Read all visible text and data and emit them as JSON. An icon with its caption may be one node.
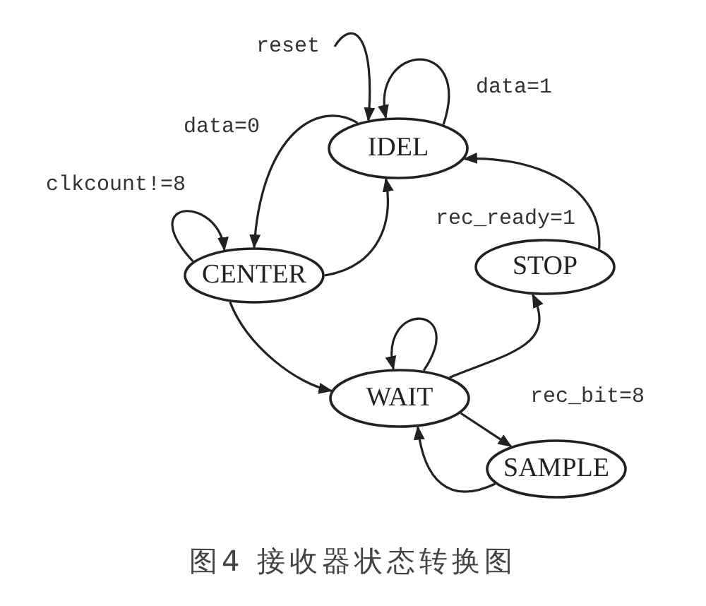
{
  "diagram": {
    "caption": "图4 接收器状态转换图",
    "nodes": [
      {
        "text": [
          "IDEL"
        ]
      },
      {
        "text": [
          "CENTER"
        ]
      },
      {
        "text": [
          "STOP"
        ]
      },
      {
        "text": [
          "WAIT"
        ]
      },
      {
        "text": [
          "SAMPLE"
        ]
      }
    ],
    "edges": [
      {
        "from": null,
        "to": 0,
        "arrow": "to",
        "label": "reset"
      },
      {
        "from": 0,
        "to": 0,
        "arrow": "to",
        "label": "data=1"
      },
      {
        "from": 0,
        "to": 1,
        "arrow": "to",
        "label": "data=0"
      },
      {
        "from": 1,
        "to": 1,
        "arrow": "to",
        "label": "clkcount!=8"
      },
      {
        "from": 1,
        "to": 0,
        "arrow": "to"
      },
      {
        "from": 2,
        "to": 0,
        "arrow": "to",
        "label": "rec_ready=1"
      },
      {
        "from": 1,
        "to": 3,
        "arrow": "to"
      },
      {
        "from": 3,
        "to": 3,
        "arrow": "to"
      },
      {
        "from": 3,
        "to": 2,
        "arrow": "to",
        "label": "rec_bit=8"
      },
      {
        "from": 3,
        "to": 4,
        "arrow": "to"
      },
      {
        "from": 4,
        "to": 3,
        "arrow": "to"
      }
    ]
  }
}
